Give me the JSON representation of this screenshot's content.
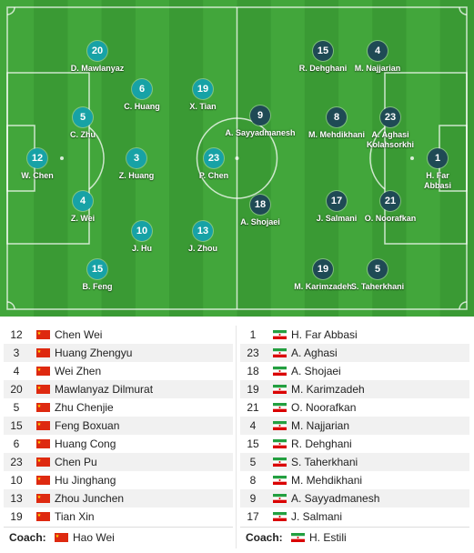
{
  "colors": {
    "home": "#17a2a6",
    "away": "#1f4a55",
    "pitch_light": "#42a63b",
    "pitch_dark": "#3a9a34"
  },
  "home": {
    "flag": "china-flag",
    "players": [
      {
        "num": "20",
        "name": "D. Mawlanyaz"
      },
      {
        "num": "6",
        "name": "C. Huang"
      },
      {
        "num": "19",
        "name": "X. Tian"
      },
      {
        "num": "5",
        "name": "C. Zhu"
      },
      {
        "num": "12",
        "name": "W. Chen"
      },
      {
        "num": "3",
        "name": "Z. Huang"
      },
      {
        "num": "23",
        "name": "P. Chen"
      },
      {
        "num": "4",
        "name": "Z. Wei"
      },
      {
        "num": "10",
        "name": "J. Hu"
      },
      {
        "num": "13",
        "name": "J. Zhou"
      },
      {
        "num": "15",
        "name": "B. Feng"
      }
    ],
    "lineup": [
      {
        "num": "12",
        "name": "Chen Wei"
      },
      {
        "num": "3",
        "name": "Huang Zhengyu"
      },
      {
        "num": "4",
        "name": "Wei Zhen"
      },
      {
        "num": "20",
        "name": "Mawlanyaz Dilmurat"
      },
      {
        "num": "5",
        "name": "Zhu Chenjie"
      },
      {
        "num": "15",
        "name": "Feng Boxuan"
      },
      {
        "num": "6",
        "name": "Huang Cong"
      },
      {
        "num": "23",
        "name": "Chen Pu"
      },
      {
        "num": "10",
        "name": "Hu Jinghang"
      },
      {
        "num": "13",
        "name": "Zhou Junchen"
      },
      {
        "num": "19",
        "name": "Tian Xin"
      }
    ],
    "coach_label": "Coach:",
    "coach": "Hao Wei"
  },
  "away": {
    "flag": "iran-flag",
    "players": [
      {
        "num": "15",
        "name": "R. Dehghani"
      },
      {
        "num": "4",
        "name": "M. Najjarian"
      },
      {
        "num": "9",
        "name": "A. Sayyadmanesh"
      },
      {
        "num": "8",
        "name": "M. Mehdikhani"
      },
      {
        "num": "23",
        "name": "A. Aghasi\nKolahsorkhi"
      },
      {
        "num": "1",
        "name": "H. Far\nAbbasi"
      },
      {
        "num": "18",
        "name": "A. Shojaei"
      },
      {
        "num": "17",
        "name": "J. Salmani"
      },
      {
        "num": "21",
        "name": "O. Noorafkan"
      },
      {
        "num": "19",
        "name": "M. Karimzadeh"
      },
      {
        "num": "5",
        "name": "S. Taherkhani"
      }
    ],
    "lineup": [
      {
        "num": "1",
        "name": "H. Far Abbasi"
      },
      {
        "num": "23",
        "name": "A. Aghasi"
      },
      {
        "num": "18",
        "name": "A. Shojaei"
      },
      {
        "num": "19",
        "name": "M. Karimzadeh"
      },
      {
        "num": "21",
        "name": "O. Noorafkan"
      },
      {
        "num": "4",
        "name": "M. Najjarian"
      },
      {
        "num": "15",
        "name": "R. Dehghani"
      },
      {
        "num": "5",
        "name": "S. Taherkhani"
      },
      {
        "num": "8",
        "name": "M. Mehdikhani"
      },
      {
        "num": "9",
        "name": "A. Sayyadmanesh"
      },
      {
        "num": "17",
        "name": "J. Salmani"
      }
    ],
    "coach_label": "Coach:",
    "coach": "H. Estili"
  }
}
